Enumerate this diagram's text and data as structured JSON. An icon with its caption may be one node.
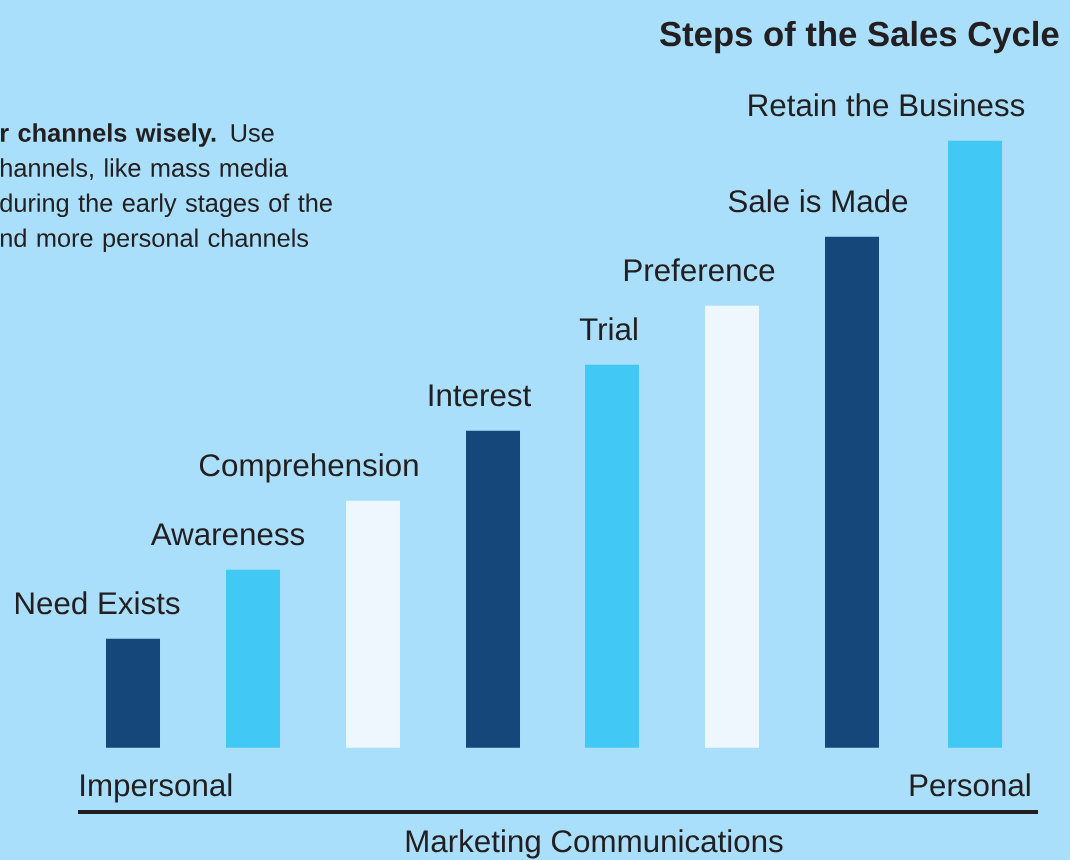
{
  "diagram": {
    "title": "Steps of the Sales Cycle",
    "nodes": [
      {
        "text": [
          "Need Exists"
        ]
      },
      {
        "text": [
          "Awareness"
        ]
      },
      {
        "text": [
          "Comprehension"
        ]
      },
      {
        "text": [
          "Interest"
        ]
      },
      {
        "text": [
          "Trial"
        ]
      },
      {
        "text": [
          "Preference"
        ]
      },
      {
        "text": [
          "Sale is Made"
        ]
      },
      {
        "text": [
          "Retain the Business"
        ]
      }
    ],
    "labels": [
      "**r channels wisely.** Use hannels, like mass media during the early stages of the nd more personal channels",
      "Impersonal",
      "Personal",
      "Marketing Communications"
    ]
  }
}
